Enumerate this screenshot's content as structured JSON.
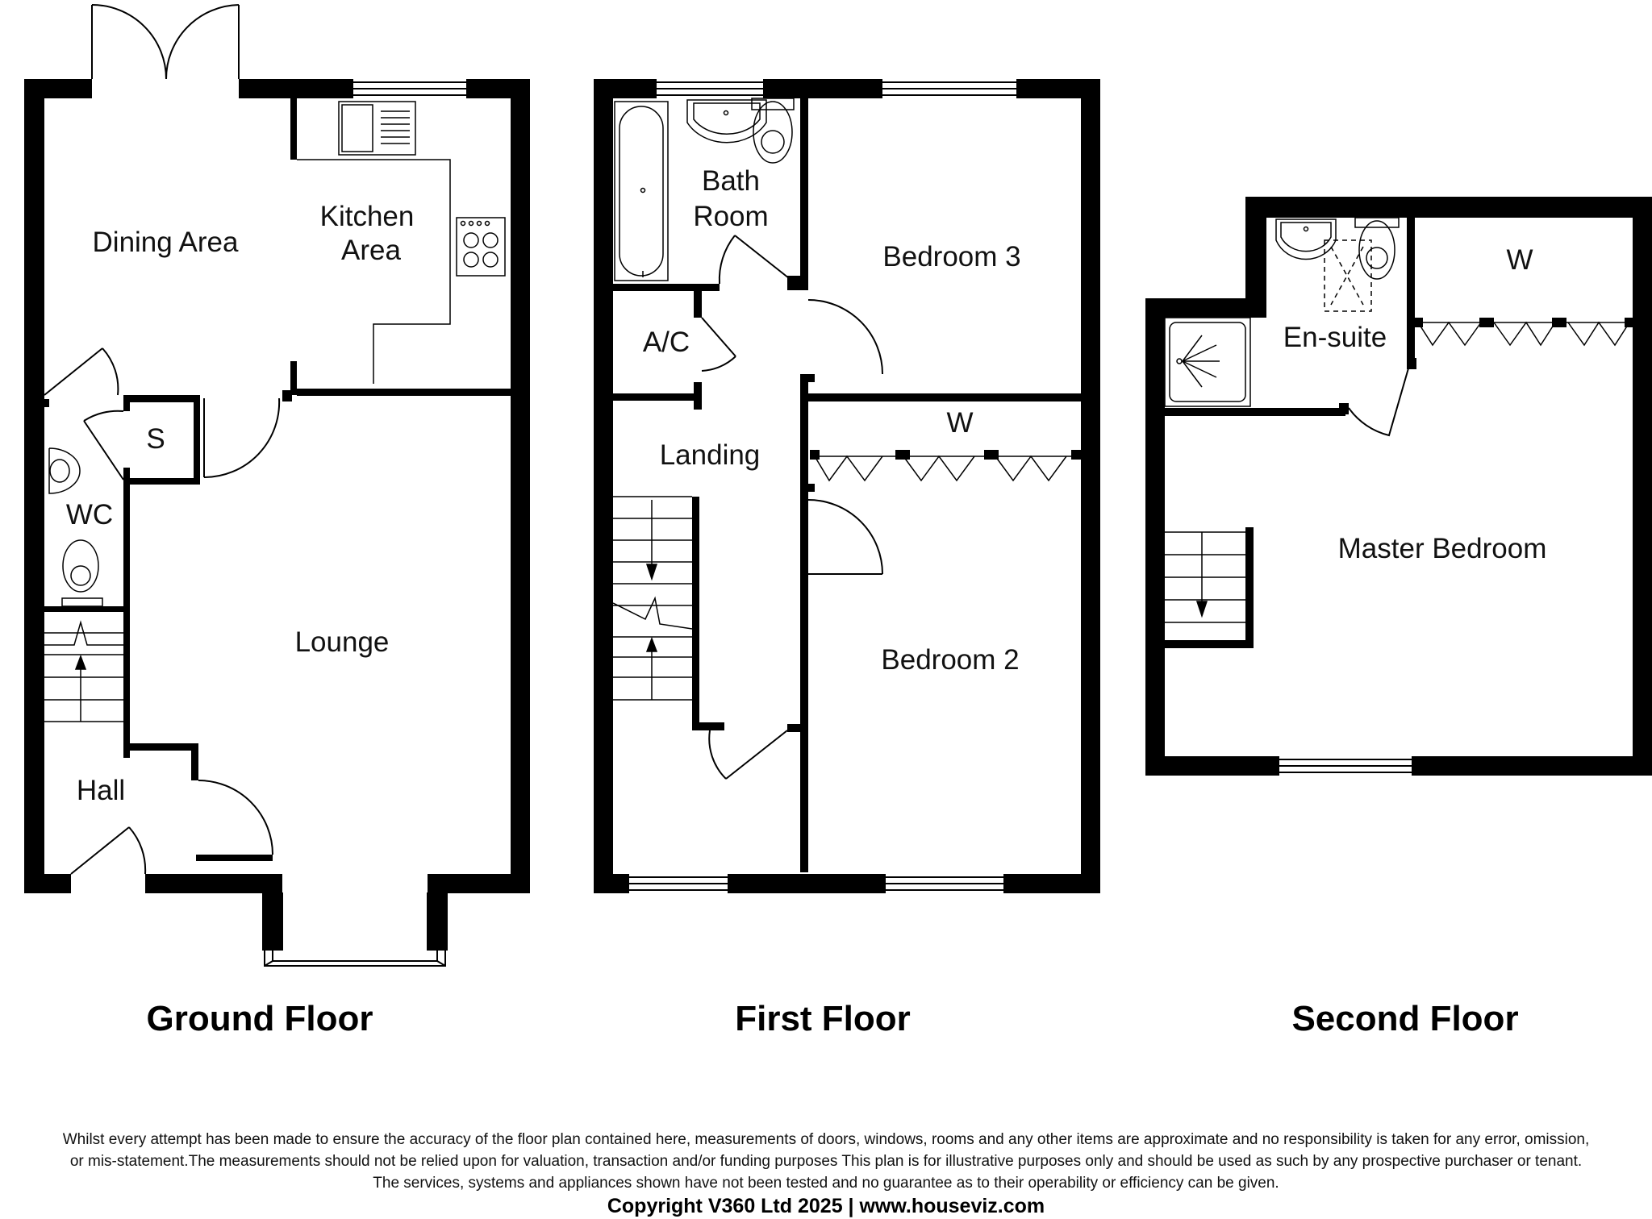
{
  "floors": {
    "ground": {
      "title": "Ground Floor",
      "rooms": {
        "dining": "Dining Area",
        "kitchen_line1": "Kitchen",
        "kitchen_line2": "Area",
        "store": "S",
        "wc": "WC",
        "lounge": "Lounge",
        "hall": "Hall"
      }
    },
    "first": {
      "title": "First Floor",
      "rooms": {
        "bath_line1": "Bath",
        "bath_line2": "Room",
        "airing": "A/C",
        "landing": "Landing",
        "bedroom3": "Bedroom 3",
        "wardrobe": "W",
        "bedroom2": "Bedroom 2"
      }
    },
    "second": {
      "title": "Second Floor",
      "rooms": {
        "ensuite": "En-suite",
        "wardrobe": "W",
        "master": "Master Bedroom"
      }
    }
  },
  "disclaimer": {
    "line1": "Whilst every attempt has been made to ensure the accuracy of the floor plan contained here, measurements of doors, windows, rooms and any other items are approximate and no responsibility is taken for any error, omission,",
    "line2": "or mis-statement.The measurements should not be relied upon for valuation, transaction and/or funding purposes This plan is for illustrative purposes only and should be used as such by any prospective purchaser or tenant.",
    "line3": "The services, systems and appliances shown have not been tested and no guarantee as to their operability or efficiency can be given."
  },
  "copyright": "Copyright V360 Ltd 2025 | www.houseviz.com"
}
